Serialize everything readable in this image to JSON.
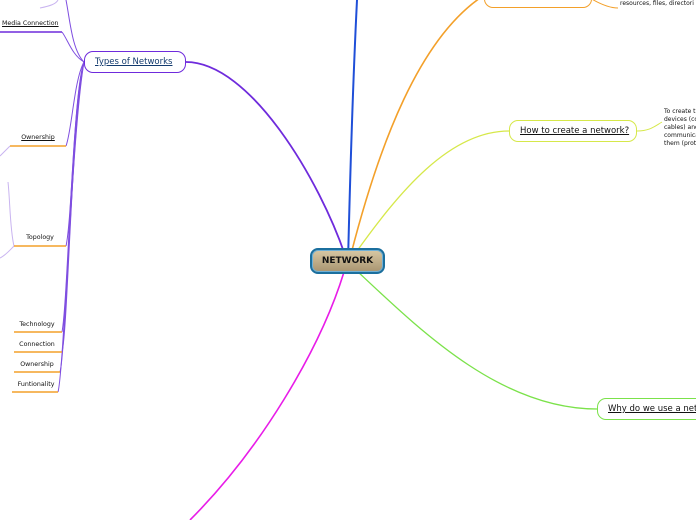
{
  "central": {
    "label": "NETWORK"
  },
  "types_of_networks": {
    "label": "Types of Networks",
    "children": [
      {
        "label": "Media Connection",
        "underline": true
      },
      {
        "label": "Ownership",
        "underline": true
      },
      {
        "label": "Topology"
      },
      {
        "label": "Technology"
      },
      {
        "label": "Connection"
      },
      {
        "label": "Ownership"
      },
      {
        "label": "Funtionality"
      }
    ]
  },
  "how_to_create": {
    "label": "How to create a network?",
    "note": "To create t devices (co cables) and communica them (prot"
  },
  "why_use": {
    "label": "Why do we use a netw"
  },
  "top_right_note": "resources, files, directori",
  "colors": {
    "central_border": "#1b6f9e",
    "types": "#6f2bdc",
    "howto": "#d6e84a",
    "why": "#7be24a",
    "top_orange": "#f3a02a",
    "top_blue": "#1f4fd8",
    "magenta": "#e81ce8",
    "sub_underline": "#f3a02a"
  }
}
